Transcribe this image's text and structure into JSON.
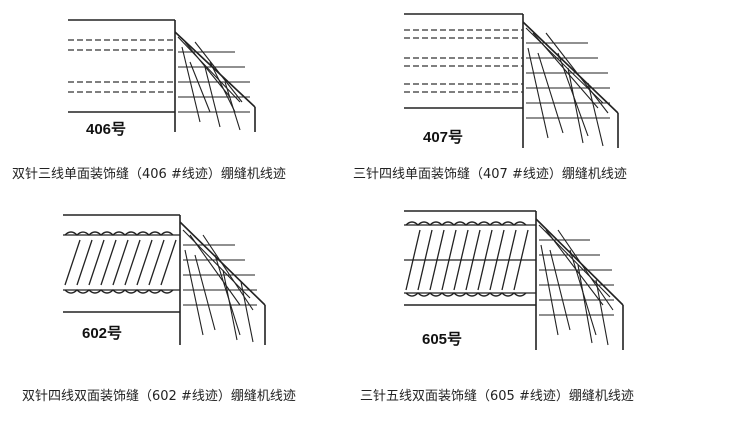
{
  "panels": [
    {
      "label": "406号",
      "caption": "双针三线单面装饰缝（406 #线迹）绷缝机线迹"
    },
    {
      "label": "407号",
      "caption": "三针四线单面装饰缝（407 #线迹）绷缝机线迹"
    },
    {
      "label": "602号",
      "caption": "双针四线双面装饰缝（602 #线迹）绷缝机线迹"
    },
    {
      "label": "605号",
      "caption": "三针五线双面装饰缝（605 #线迹）绷缝机线迹"
    }
  ]
}
